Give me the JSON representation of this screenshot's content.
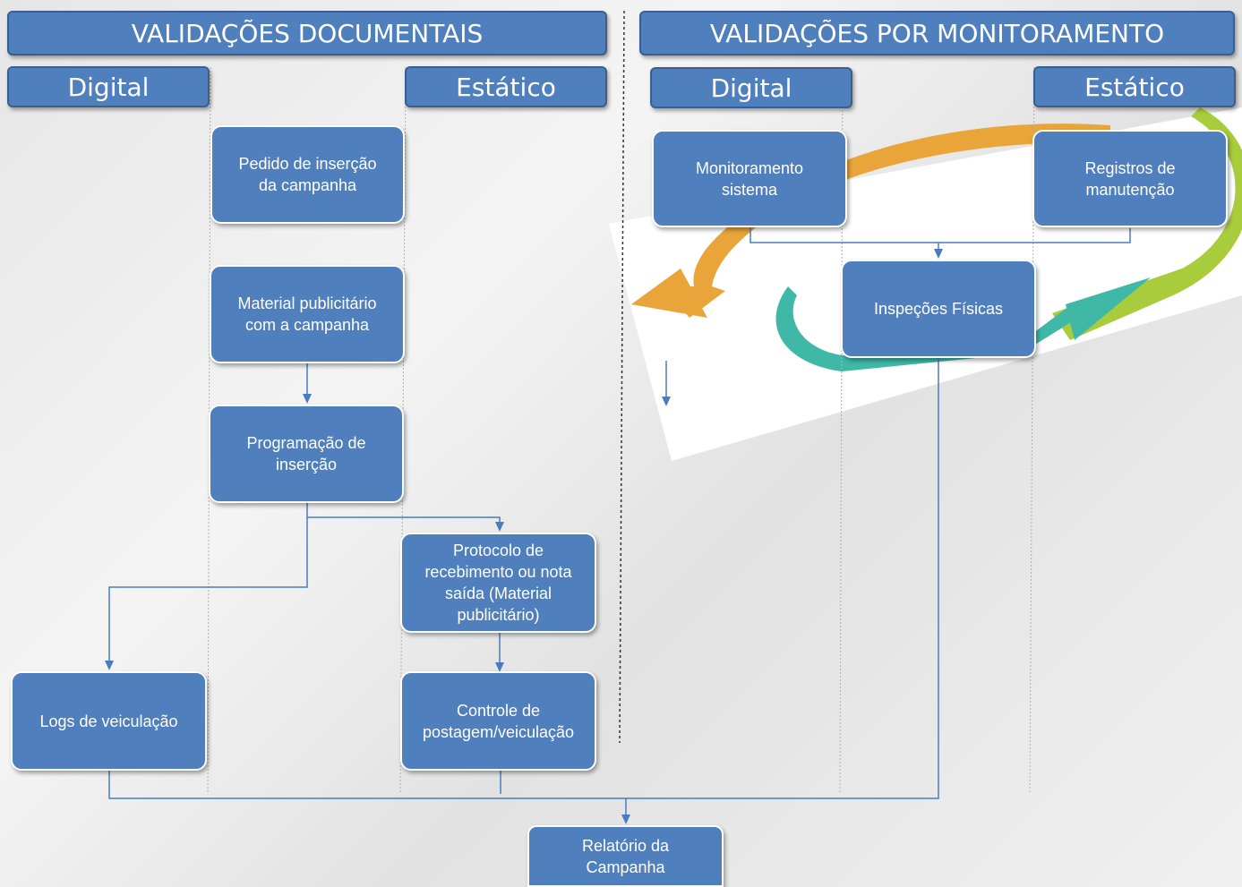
{
  "headers": {
    "documentais": "VALIDAÇÕES DOCUMENTAIS",
    "monitoramento": "VALIDAÇÕES POR MONITORAMENTO"
  },
  "subheaders": {
    "doc_digital": "Digital",
    "doc_estatico": "Estático",
    "mon_digital": "Digital",
    "mon_estatico": "Estático"
  },
  "boxes": {
    "pedido": [
      "Pedido de inserção",
      "da campanha"
    ],
    "material": [
      "Material publicitário",
      "com a campanha"
    ],
    "programacao": [
      "Programação de",
      "inserção"
    ],
    "protocolo": [
      "Protocolo de",
      "recebimento ou nota",
      "saída (Material",
      "publicitário)"
    ],
    "logs": [
      "Logs de veiculação"
    ],
    "controle": [
      "Controle de",
      "postagem/veiculação"
    ],
    "relatorio": [
      "Relatório da",
      "Campanha"
    ],
    "monitoramento_sistema": [
      "Monitoramento",
      "sistema"
    ],
    "registros": [
      "Registros de",
      "manutenção"
    ],
    "inspecoes": [
      "Inspeções Físicas"
    ]
  },
  "colors": {
    "box_fill": "#4f7fbd",
    "connector": "#4a7cc0",
    "cycle_orange": "#e9a43a",
    "cycle_green": "#a8cc3c",
    "cycle_teal": "#3fb8a8"
  }
}
